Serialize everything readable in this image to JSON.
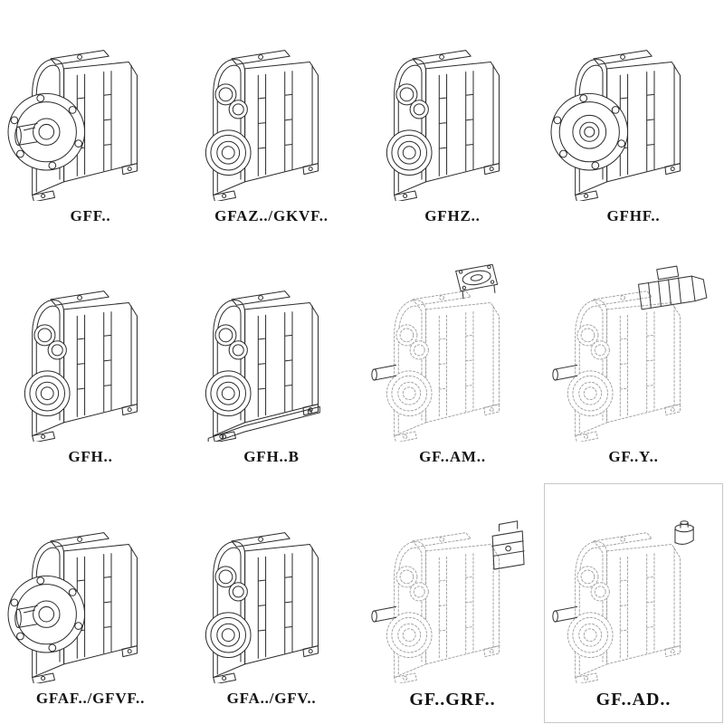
{
  "page": {
    "background": "#ffffff",
    "line_color": "#2c2c2c",
    "phantom_line_color": "#9e9e9e",
    "label_color": "#141414"
  },
  "catalog": {
    "items": [
      {
        "label": "GFF..",
        "drawing": "gearbox-output-flange-with-shaft",
        "line_style": "solid"
      },
      {
        "label": "GFAZ../GKVF..",
        "drawing": "gearbox-hollow-shaft-face",
        "line_style": "solid"
      },
      {
        "label": "GFHZ..",
        "drawing": "gearbox-hollow-shaft-face",
        "line_style": "solid"
      },
      {
        "label": "GFHF..",
        "drawing": "gearbox-hollow-flange-face",
        "line_style": "solid"
      },
      {
        "label": "GFH..",
        "drawing": "gearbox-hollow-shaft-face",
        "line_style": "solid"
      },
      {
        "label": "GFH..B",
        "drawing": "gearbox-hollow-shaft-foot-mount",
        "line_style": "solid"
      },
      {
        "label": "GF..AM..",
        "drawing": "gearbox-phantom-input-flange-top",
        "line_style": "phantom"
      },
      {
        "label": "GF..Y..",
        "drawing": "gearbox-phantom-motor-mounted",
        "line_style": "phantom"
      },
      {
        "label": "GFAF../GFVF..",
        "drawing": "gearbox-output-flange-with-shaft",
        "line_style": "solid"
      },
      {
        "label": "GFA../GFV..",
        "drawing": "gearbox-hollow-shaft-face",
        "line_style": "solid"
      },
      {
        "label": "GF..GRF..",
        "drawing": "gearbox-phantom-input-adapter",
        "line_style": "phantom"
      },
      {
        "label": "GF..AD..",
        "drawing": "gearbox-phantom-input-stub",
        "line_style": "phantom"
      }
    ]
  }
}
